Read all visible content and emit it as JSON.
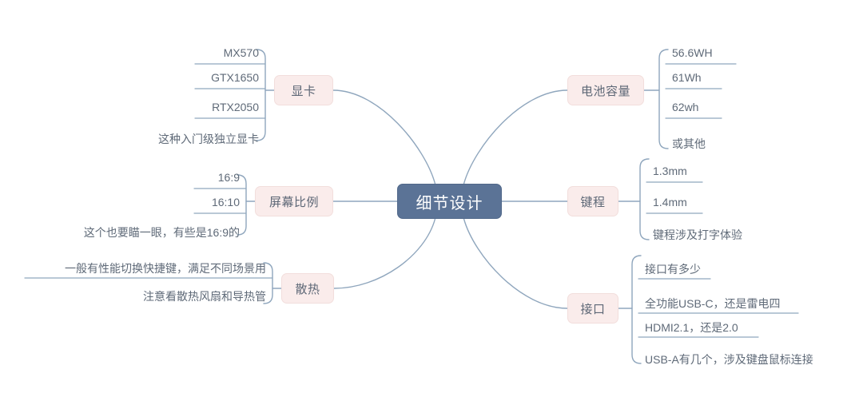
{
  "colors": {
    "root_fill": "#5b7396",
    "root_text": "#ffffff",
    "branch_fill": "#faeceb",
    "branch_border": "#f2dedc",
    "leaf_text": "#5f6a78",
    "wire": "#8fa6bd",
    "background": "#ffffff"
  },
  "root": {
    "label": "细节设计"
  },
  "branches": [
    {
      "id": "graphics-card",
      "label": "显卡",
      "side": "left",
      "leaves": [
        {
          "text": "MX570"
        },
        {
          "text": "GTX1650"
        },
        {
          "text": "RTX2050"
        },
        {
          "text": "这种入门级独立显卡"
        }
      ]
    },
    {
      "id": "screen-ratio",
      "label": "屏幕比例",
      "side": "left",
      "leaves": [
        {
          "text": "16:9"
        },
        {
          "text": "16:10"
        },
        {
          "text": "这个也要瞄一眼，有些是16:9的"
        }
      ]
    },
    {
      "id": "cooling",
      "label": "散热",
      "side": "left",
      "leaves": [
        {
          "text": "一般有性能切换快捷键，满足不同场景用"
        },
        {
          "text": "注意看散热风扇和导热管"
        }
      ]
    },
    {
      "id": "battery-capacity",
      "label": "电池容量",
      "side": "right",
      "leaves": [
        {
          "text": "56.6WH"
        },
        {
          "text": "61Wh"
        },
        {
          "text": "62wh"
        },
        {
          "text": "或其他"
        }
      ]
    },
    {
      "id": "key-travel",
      "label": "键程",
      "side": "right",
      "leaves": [
        {
          "text": "1.3mm"
        },
        {
          "text": "1.4mm"
        },
        {
          "text": "键程涉及打字体验"
        }
      ]
    },
    {
      "id": "ports",
      "label": "接口",
      "side": "right",
      "leaves": [
        {
          "text": "接口有多少"
        },
        {
          "text": "全功能USB-C，还是雷电四"
        },
        {
          "text": "HDMI2.1，还是2.0"
        },
        {
          "text": "USB-A有几个，涉及键盘鼠标连接"
        }
      ]
    }
  ]
}
